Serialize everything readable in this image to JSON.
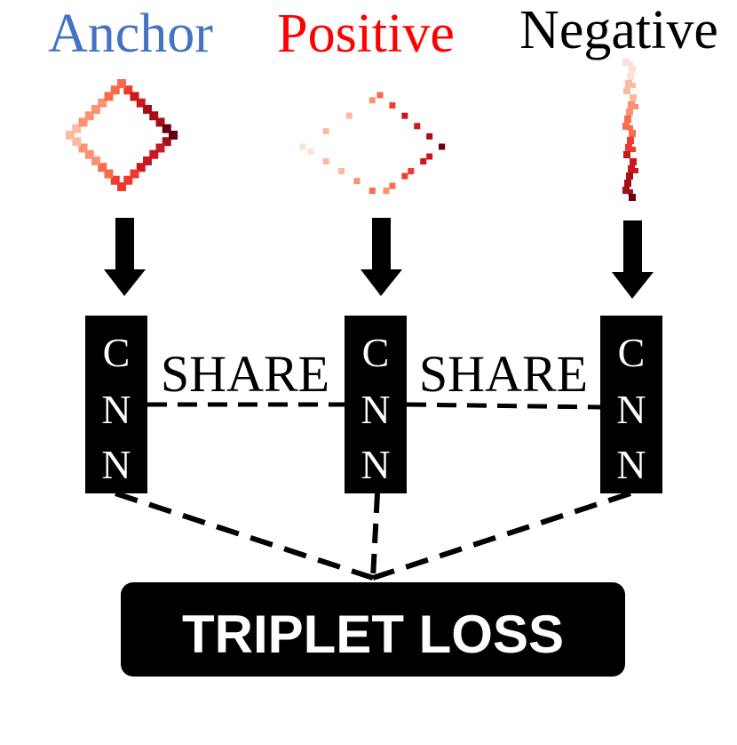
{
  "labels": {
    "anchor": "Anchor",
    "positive": "Positive",
    "negative": "Negative"
  },
  "colors": {
    "anchor": "#4472c4",
    "positive": "#ff0000",
    "negative": "#000000",
    "block": "#000000",
    "block_text": "#ffffff"
  },
  "cnn": {
    "letters": [
      "C",
      "N",
      "N"
    ]
  },
  "share": {
    "left": "SHARE",
    "right": "SHARE"
  },
  "loss": {
    "label": "TRIPLET LOSS"
  }
}
